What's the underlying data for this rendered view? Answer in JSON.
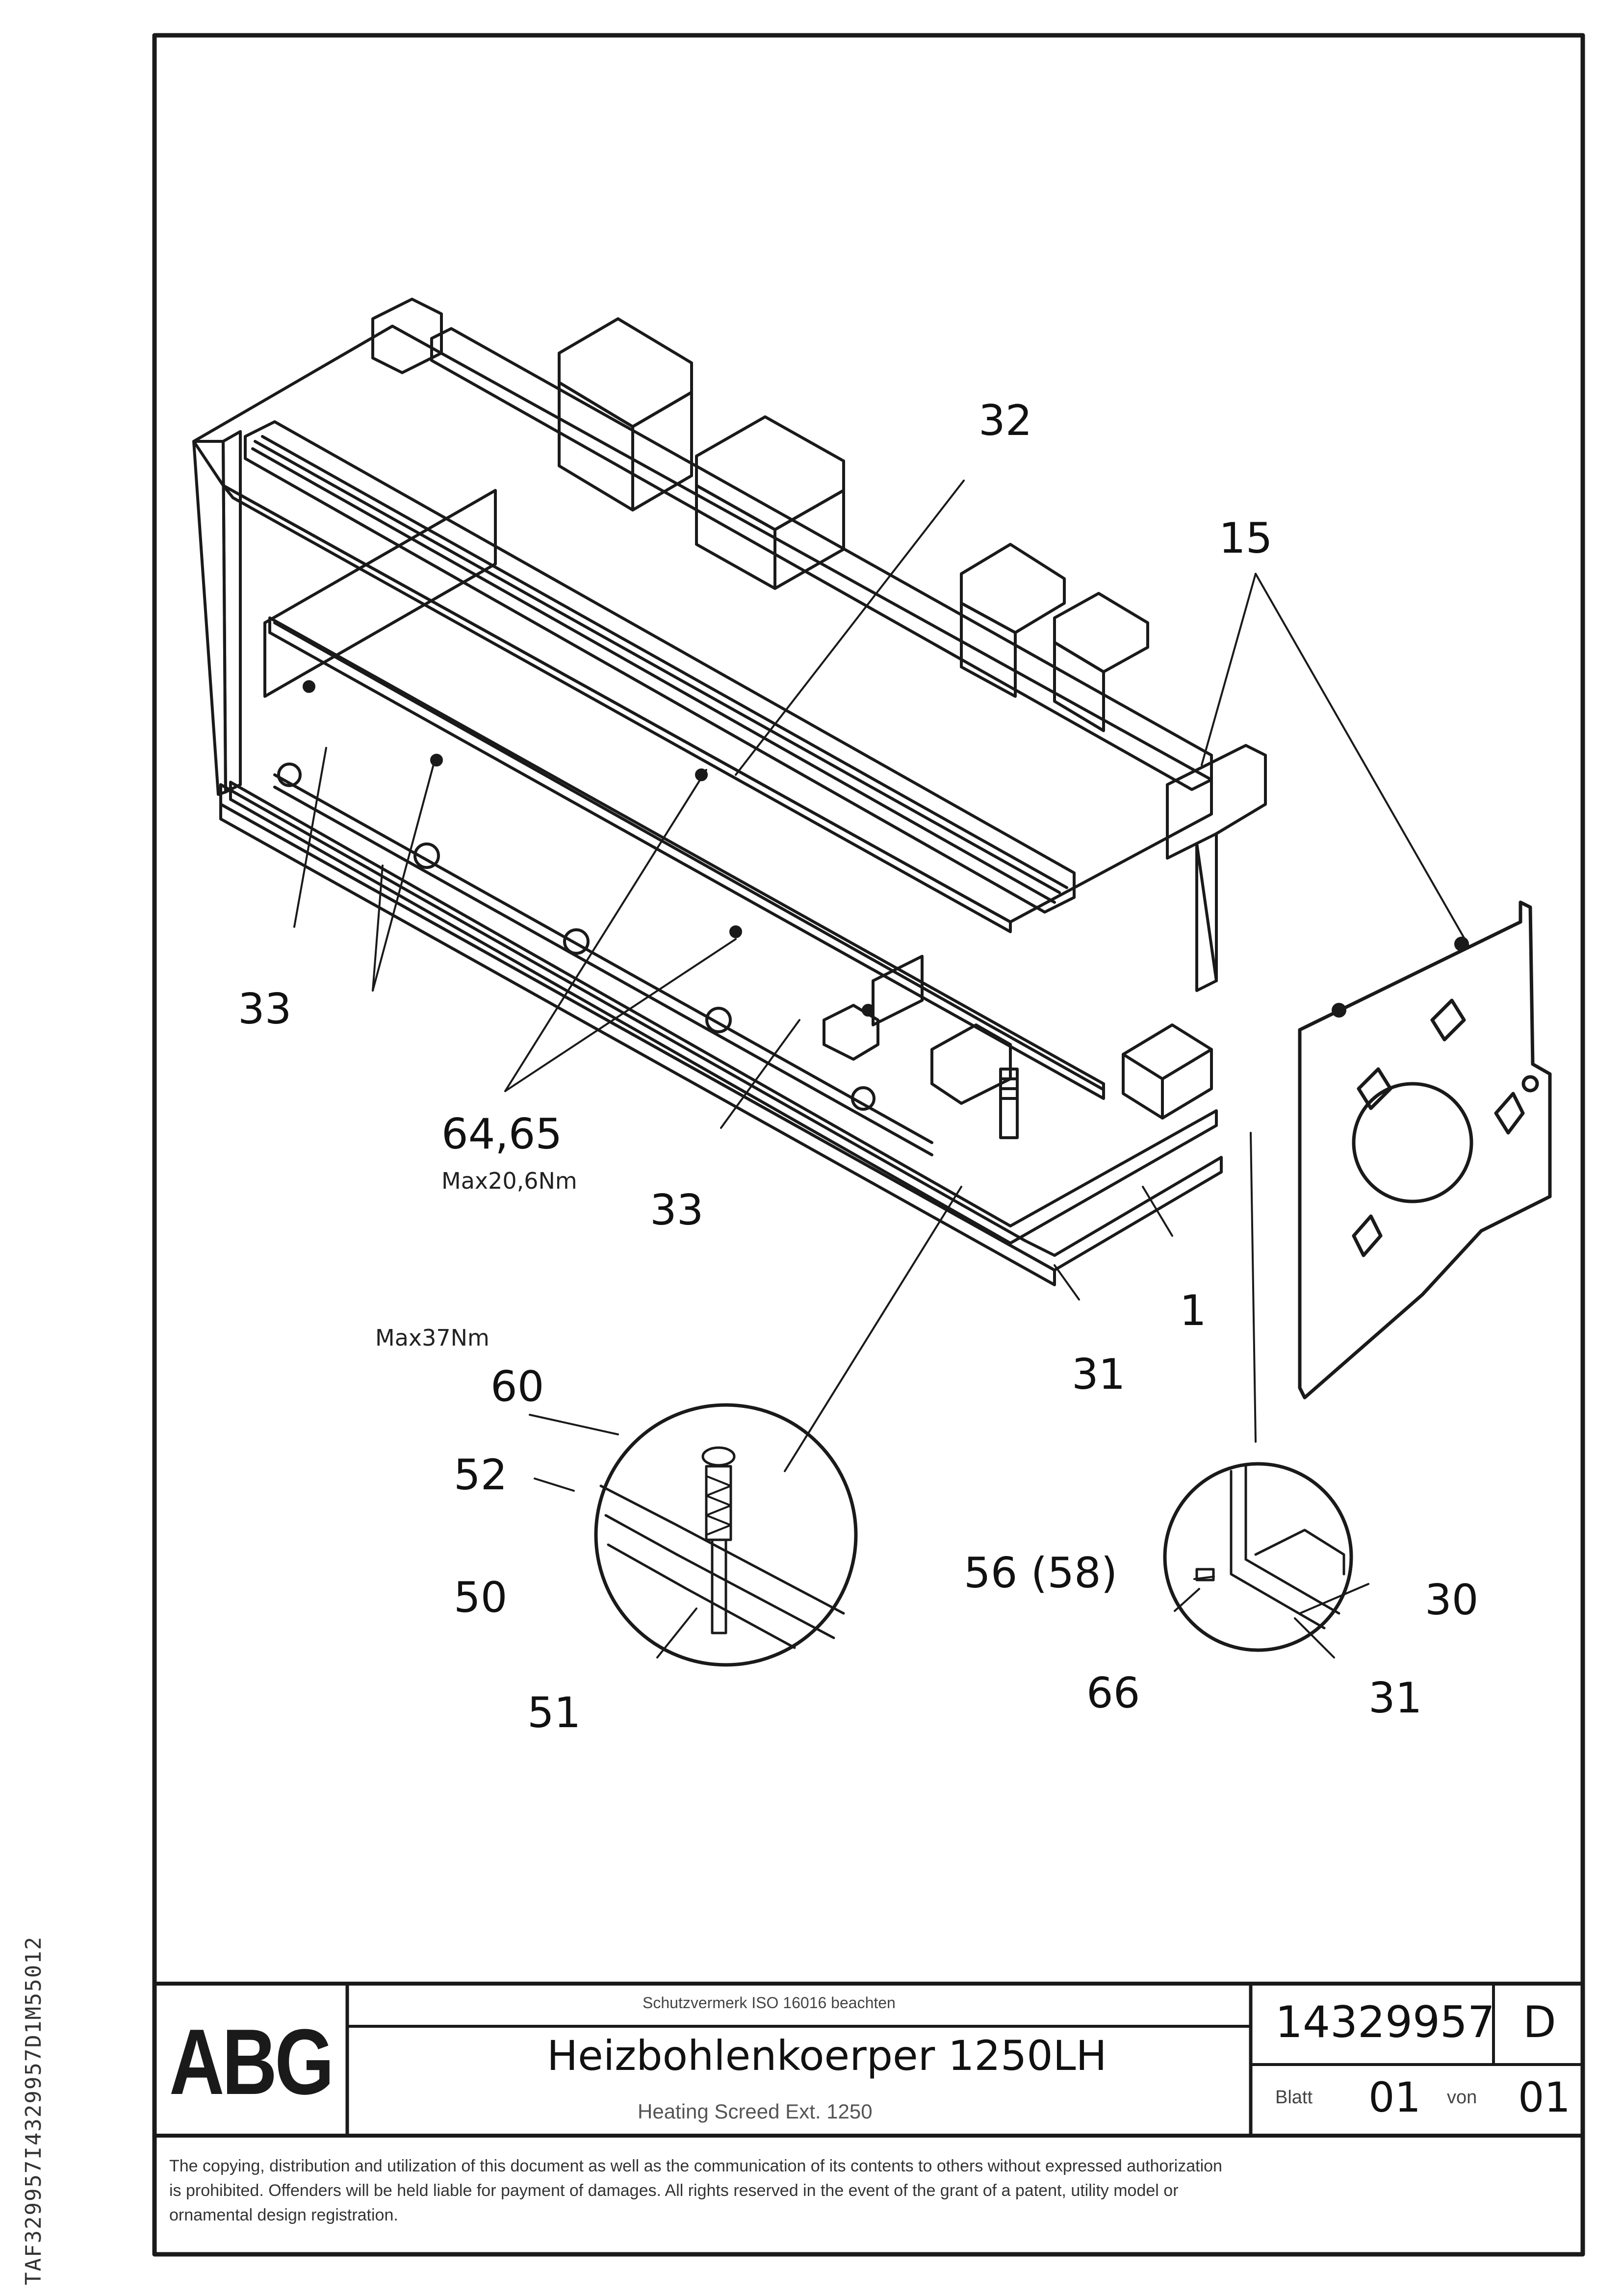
{
  "callouts": {
    "c32": "32",
    "c15": "15",
    "c33a": "33",
    "c6465": "64,65",
    "c33b": "33",
    "c1": "1",
    "c31a": "31",
    "c60": "60",
    "c52": "52",
    "c50": "50",
    "c51": "51",
    "c5658": "56 (58)",
    "c66": "66",
    "c30": "30",
    "c31b": "31"
  },
  "torques": {
    "bolt_6465": "Max20,6Nm",
    "bolt_60": "Max37Nm"
  },
  "title_block": {
    "logo": "ABG",
    "header_note": "Schutzvermerk ISO 16016 beachten",
    "title_de": "Heizbohlenkoerper 1250LH",
    "title_en": "Heating Screed Ext. 1250",
    "part_number": "14329957",
    "revision": "D",
    "sheet_label": "Blatt",
    "sheet_no": "01",
    "of_label": "von",
    "sheet_total": "01"
  },
  "footer_notice": {
    "line1": "The copying, distribution and utilization of this document as well as the communication of its contents to others without expressed authorization",
    "line2": "is prohibited. Offenders will be held liable for payment of damages. All rights reserved in the event of the grant of a patent, utility model or",
    "line3": "ornamental design registration."
  },
  "side_code": "TAF329957I4329957D1M55012"
}
